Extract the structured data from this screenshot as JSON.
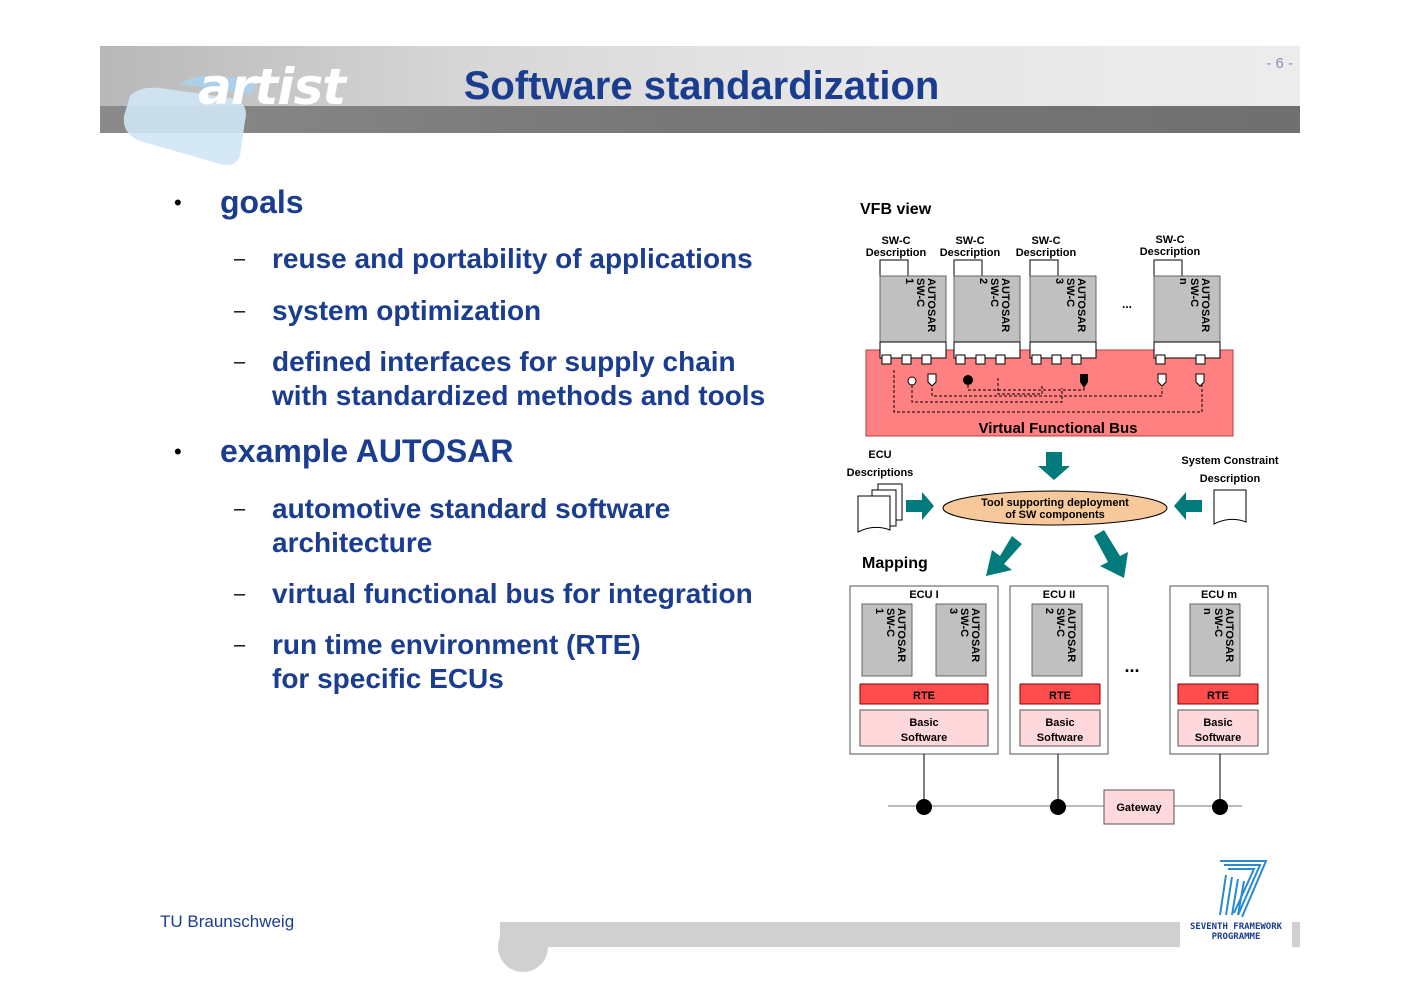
{
  "header": {
    "title": "Software standardization",
    "page_number": "- 6 -",
    "logo_text": "artist"
  },
  "content": {
    "items": [
      {
        "level": 1,
        "text": "goals"
      },
      {
        "level": 2,
        "text": "reuse and portability of applications"
      },
      {
        "level": 2,
        "text": "system optimization"
      },
      {
        "level": 2,
        "lines": [
          "defined interfaces for supply chain",
          "with standardized methods and tools"
        ]
      },
      {
        "level": 1,
        "text": "example AUTOSAR"
      },
      {
        "level": 2,
        "lines": [
          "automotive standard software",
          "architecture"
        ]
      },
      {
        "level": 2,
        "text": "virtual functional bus for integration"
      },
      {
        "level": 2,
        "lines": [
          "run time environment (RTE)",
          "for specific ECUs"
        ]
      }
    ]
  },
  "diagram": {
    "vfb_view_label": "VFB view",
    "swc_desc_label_1": "SW-C",
    "swc_desc_label_2": "Description",
    "components": [
      {
        "lines": [
          "AUTOSAR",
          "SW-C",
          "1"
        ]
      },
      {
        "lines": [
          "AUTOSAR",
          "SW-C",
          "2"
        ]
      },
      {
        "lines": [
          "AUTOSAR",
          "SW-C",
          "3"
        ]
      },
      {
        "lines": [
          "AUTOSAR",
          "SW-C",
          "n"
        ]
      }
    ],
    "ellipsis": "...",
    "vfb_label": "Virtual Functional Bus",
    "ecu_desc_lines": [
      "ECU",
      "Descriptions"
    ],
    "sys_constraint_lines": [
      "System Constraint",
      "Description"
    ],
    "tool_lines": [
      "Tool supporting deployment",
      "of SW components"
    ],
    "mapping_label": "Mapping",
    "ecus": [
      {
        "title": "ECU I",
        "components": [
          [
            "AUTOSAR",
            "SW-C",
            "1"
          ],
          [
            "AUTOSAR",
            "SW-C",
            "3"
          ]
        ]
      },
      {
        "title": "ECU II",
        "components": [
          [
            "AUTOSAR",
            "SW-C",
            "2"
          ]
        ]
      },
      {
        "title": "ECU m",
        "components": [
          [
            "AUTOSAR",
            "SW-C",
            "n"
          ]
        ]
      }
    ],
    "rte_label": "RTE",
    "basic_sw_lines": [
      "Basic",
      "Software"
    ],
    "ecu_ellipsis": "...",
    "gateway_label": "Gateway",
    "colors": {
      "vfb": "#ff8080",
      "rte": "#ff4d4d",
      "basic_sw": "#ffd8dc",
      "component": "#c0c0c0",
      "tool": "#f7c99a",
      "arrow": "#007a7a"
    }
  },
  "footer": {
    "institution": "TU Braunschweig",
    "fp7_lines": [
      "SEVENTH FRAMEWORK",
      "PROGRAMME"
    ]
  }
}
